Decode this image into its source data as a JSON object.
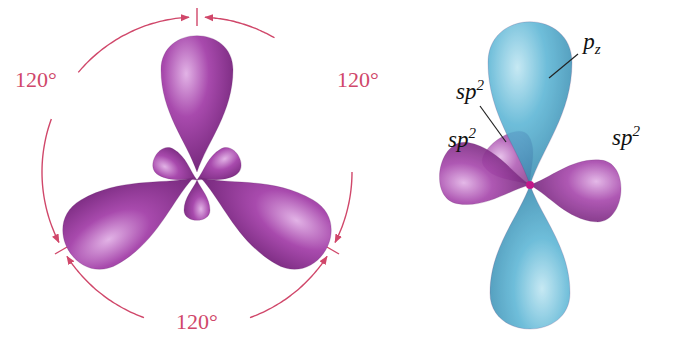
{
  "diagram": {
    "labels": [
      "120°",
      "120°",
      "120°",
      "pz",
      "sp2",
      "sp2",
      "sp2"
    ]
  }
}
